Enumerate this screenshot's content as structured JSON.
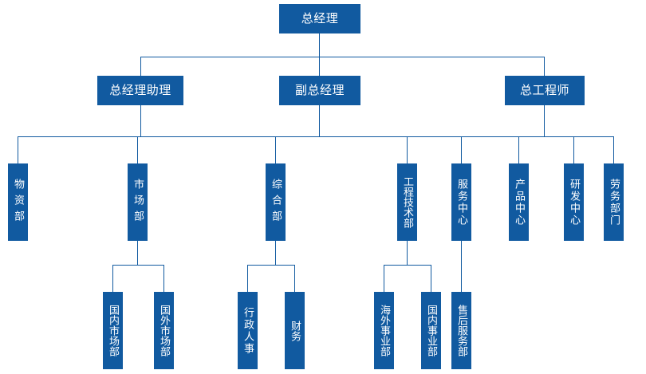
{
  "chart_data": {
    "type": "diagram",
    "diagram_kind": "organizational-chart",
    "title": "",
    "orientation": "top-down",
    "accent_color": "#115AA0",
    "text_color": "#FFFFFF",
    "background_color": "#FFFFFF",
    "levels": 4,
    "nodes": [
      {
        "id": "gm",
        "label": "总经理",
        "level": 1,
        "parent": null
      },
      {
        "id": "gm-assistant",
        "label": "总经理助理",
        "level": 2,
        "parent": "gm"
      },
      {
        "id": "deputy-gm",
        "label": "副总经理",
        "level": 2,
        "parent": "gm"
      },
      {
        "id": "chief-engineer",
        "label": "总工程师",
        "level": 2,
        "parent": "gm"
      },
      {
        "id": "materials",
        "label": "物资部",
        "level": 3,
        "parent": "gm-assistant"
      },
      {
        "id": "marketing",
        "label": "市场部",
        "level": 3,
        "parent": "gm-assistant"
      },
      {
        "id": "general-affairs",
        "label": "综合部",
        "level": 3,
        "parent": "deputy-gm"
      },
      {
        "id": "engineering",
        "label": "工程技术部",
        "level": 3,
        "parent": "deputy-gm"
      },
      {
        "id": "service-center",
        "label": "服务中心",
        "level": 3,
        "parent": "deputy-gm"
      },
      {
        "id": "product-center",
        "label": "产品中心",
        "level": 3,
        "parent": "chief-engineer"
      },
      {
        "id": "rd-center",
        "label": "研发中心",
        "level": 3,
        "parent": "chief-engineer"
      },
      {
        "id": "labor-dept",
        "label": "劳务部门",
        "level": 3,
        "parent": "chief-engineer"
      },
      {
        "id": "domestic-market",
        "label": "国内市场部",
        "level": 4,
        "parent": "marketing"
      },
      {
        "id": "overseas-market",
        "label": "国外市场部",
        "level": 4,
        "parent": "marketing"
      },
      {
        "id": "admin-hr",
        "label": "行政人事",
        "level": 4,
        "parent": "general-affairs"
      },
      {
        "id": "finance",
        "label": "财务",
        "level": 4,
        "parent": "general-affairs"
      },
      {
        "id": "overseas-biz",
        "label": "海外事业部",
        "level": 4,
        "parent": "engineering"
      },
      {
        "id": "domestic-biz",
        "label": "国内事业部",
        "level": 4,
        "parent": "engineering"
      },
      {
        "id": "after-sales",
        "label": "售后服务部",
        "level": 4,
        "parent": "service-center"
      }
    ]
  },
  "chart": {
    "level1": {
      "gm": "总经理"
    },
    "level2": {
      "gm_assistant": "总经理助理",
      "deputy_gm": "副总经理",
      "chief_engineer": "总工程师"
    },
    "level3": {
      "materials": "物资部",
      "marketing": "市场部",
      "general_affairs": "综合部",
      "engineering": "工程技术部",
      "service_center": "服务中心",
      "product_center": "产品中心",
      "rd_center": "研发中心",
      "labor_dept": "劳务部门"
    },
    "level4": {
      "domestic_market": "国内市场部",
      "overseas_market": "国外市场部",
      "admin_hr": "行政人事",
      "finance": "财务",
      "overseas_biz": "海外事业部",
      "domestic_biz": "国内事业部",
      "after_sales": "售后服务部"
    }
  }
}
